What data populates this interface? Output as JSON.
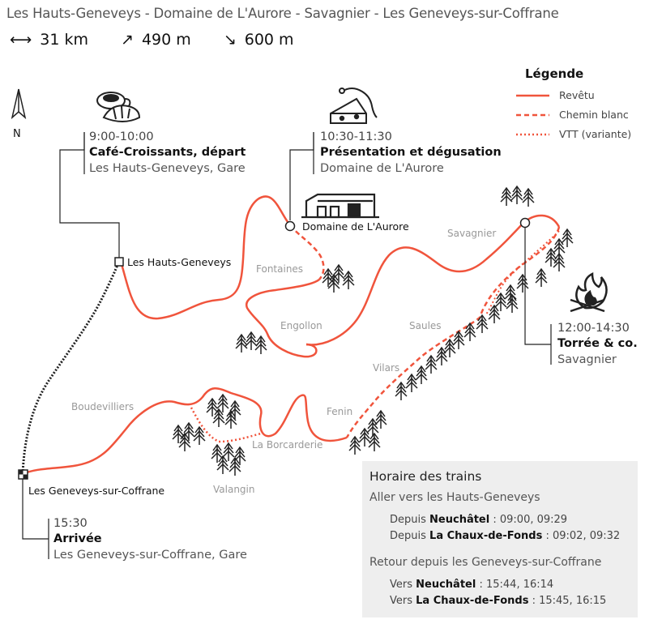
{
  "title": "Les Hauts-Geneveys - Domaine de L'Aurore - Savagnier - Les Geneveys-sur-Coffrane",
  "stats": {
    "distance": {
      "glyph": "⟷",
      "value": "31 km"
    },
    "ascent": {
      "glyph": "↗",
      "value": "490 m"
    },
    "descent": {
      "glyph": "↘",
      "value": "600 m"
    }
  },
  "north_label": "N",
  "legend": {
    "title": "Légende",
    "items": [
      {
        "label": "Revêtu"
      },
      {
        "label": "Chemin blanc"
      },
      {
        "label": "VTT (variante)"
      }
    ]
  },
  "events": {
    "start": {
      "time": "9:00-10:00",
      "name": "Café-Croissants, départ",
      "place": "Les Hauts-Geneveys, Gare"
    },
    "tasting": {
      "time": "10:30-11:30",
      "name": "Présentation et dégusation",
      "place": "Domaine de L'Aurore"
    },
    "lunch": {
      "time": "12:00-14:30",
      "name": "Torrée & co.",
      "place": "Savagnier"
    },
    "arrival": {
      "time": "15:30",
      "name": "Arrivée",
      "place": "Les Geneveys-sur-Coffrane, Gare"
    }
  },
  "places": {
    "hauts_geneveys": "Les Hauts-Geneveys",
    "domaine": "Domaine de L'Aurore",
    "geneveys_coffrane": "Les Geneveys-sur-Coffrane",
    "fontaines": "Fontaines",
    "engollon": "Engollon",
    "savagnier": "Savagnier",
    "saules": "Saules",
    "vilars": "Vilars",
    "fenin": "Fenin",
    "boudevilliers": "Boudevilliers",
    "borcarderie": "La Borcarderie",
    "valangin": "Valangin"
  },
  "trains": {
    "title": "Horaire des trains",
    "outbound": {
      "heading": "Aller vers les Hauts-Geneveys",
      "rows": [
        {
          "prefix": "Depuis",
          "station": "Neuchâtel",
          "times": ": 09:00, 09:29"
        },
        {
          "prefix": "Depuis",
          "station": "La Chaux-de-Fonds",
          "times": ": 09:02, 09:32"
        }
      ]
    },
    "return": {
      "heading": "Retour depuis les Geneveys-sur-Coffrane",
      "rows": [
        {
          "prefix": "Vers",
          "station": "Neuchâtel",
          "times": ": 15:44, 16:14"
        },
        {
          "prefix": "Vers",
          "station": "La Chaux-de-Fonds",
          "times": ": 15:45, 16:15"
        }
      ]
    }
  },
  "colors": {
    "route": "#f0543c",
    "ink": "#222222",
    "box": "#eeeeee"
  },
  "icons": {
    "north": "north-arrow-icon",
    "start": "coffee-croissant-icon",
    "tasting": "cheese-sausage-icon",
    "lunch": "campfire-icon",
    "domaine": "building-icon",
    "forest": "fir-tree-icon",
    "station": "station-square-icon",
    "finish": "finish-flag-icon"
  }
}
